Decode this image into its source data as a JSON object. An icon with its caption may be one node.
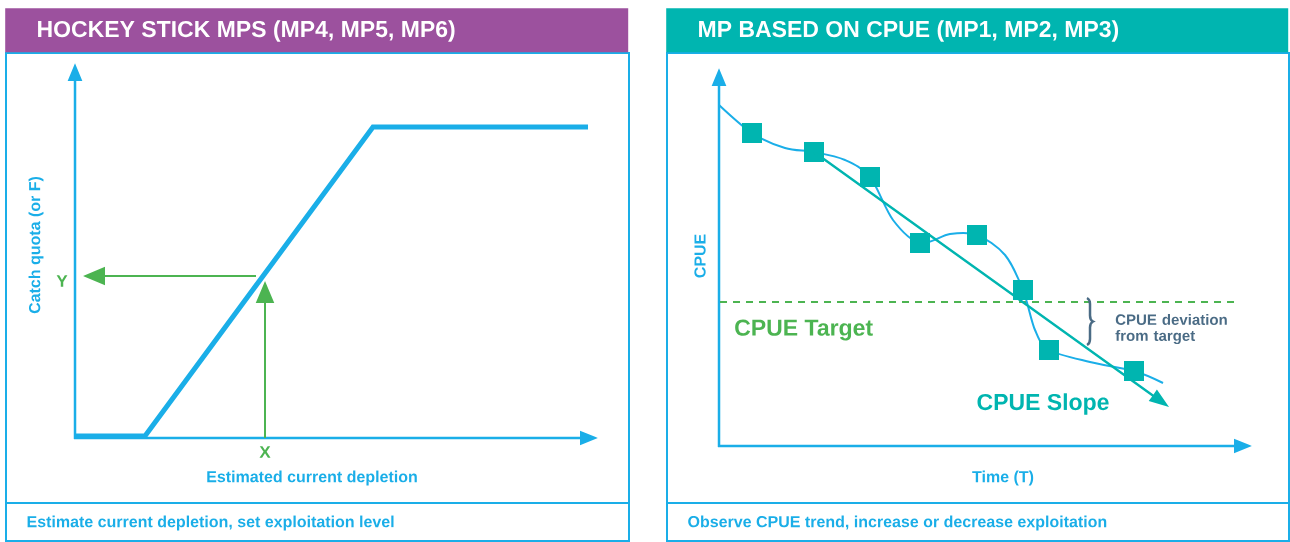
{
  "diagram": {
    "nodes": [
      {
        "text": [
          "HOCKEY STICK MPS (MP4, MP5, MP6)",
          "Estimate current depletion, set exploitation level"
        ]
      },
      {
        "text": [
          "MP BASED ON CPUE (MP1, MP2, MP3)",
          "Observe CPUE trend, increase or decrease exploitation"
        ]
      }
    ],
    "labels": [
      "Catch quota (or F)",
      "Y",
      "X",
      "Estimated current depletion",
      "CPUE",
      "CPUE Target",
      "CPUE deviation from target",
      "CPUE Slope",
      "Time (T)"
    ]
  }
}
